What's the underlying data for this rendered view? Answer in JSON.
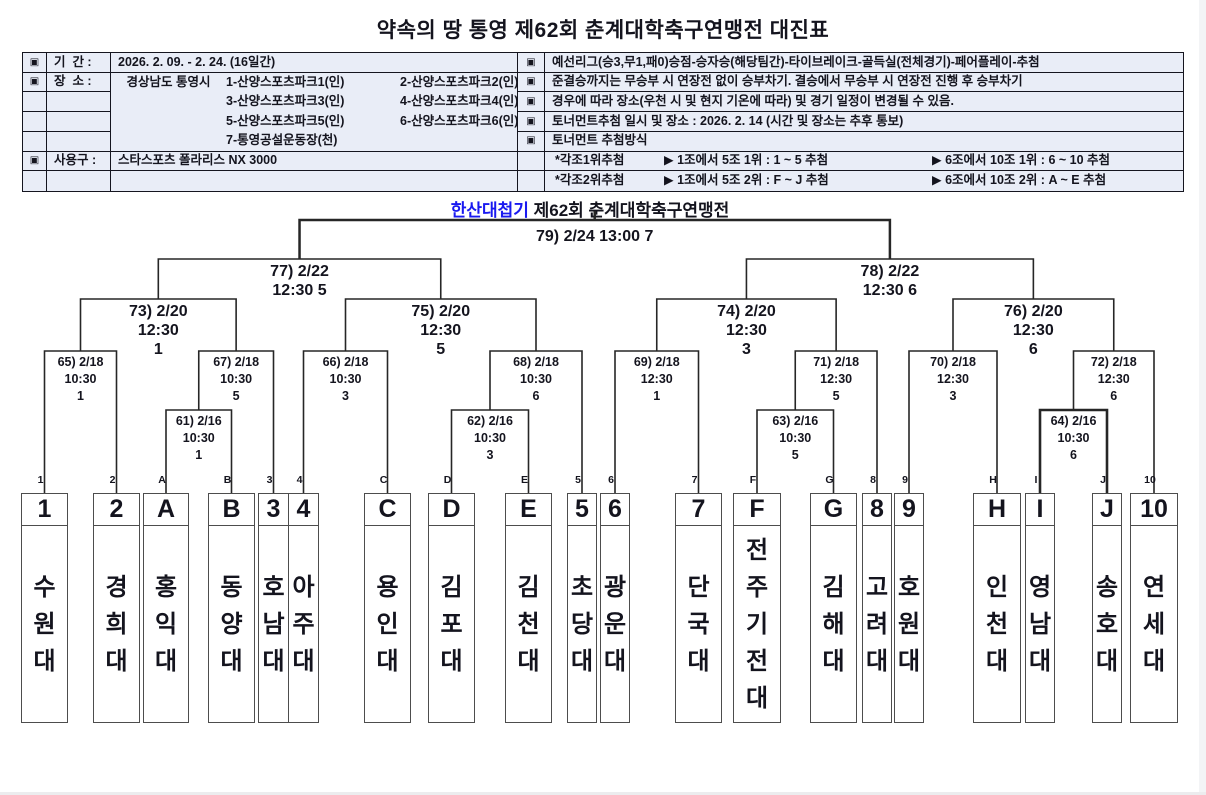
{
  "page_title": "약속의 땅 통영 제62회 춘계대학축구연맹전 대진표",
  "colors": {
    "table_background": "#e9edf7",
    "subtitle_highlight": "#1a1af0",
    "bracket_line": "#262626"
  },
  "info_table": {
    "bullet": "▣",
    "left": {
      "period_label": "기  간 :",
      "period_value": "2026. 2. 09. - 2. 24. (16일간)",
      "venue_label": "장  소 :",
      "venue_city": "경상남도 통영시",
      "venues": [
        [
          "1-산양스포츠파크1(인)",
          "2-산양스포츠파크2(인)"
        ],
        [
          "3-산양스포츠파크3(인)",
          "4-산양스포츠파크4(인)"
        ],
        [
          "5-산양스포츠파크5(인)",
          "6-산양스포츠파크6(인)"
        ],
        [
          "7-통영공설운동장(천)",
          ""
        ]
      ],
      "ball_label": "사용구 :",
      "ball_value": "스타스포츠 폴라리스 NX 3000"
    },
    "right": {
      "rules": [
        "예선리그(승3,무1,패0)승점-승자승(해당팀간)-타이브레이크-골득실(전체경기)-페어플레이-추첨",
        "준결승까지는 무승부 시 연장전 없이 승부차기. 결승에서 무승부 시 연장전 진행 후 승부차기",
        "경우에 따라 장소(우천 시 및 현지 기온에 따라) 및 경기 일정이 변경될 수 있음.",
        "토너먼트추첨 일시 및 장소 : 2026. 2. 14 (시간 및 장소는 추후 통보)",
        "토너먼트 추첨방식"
      ],
      "draw_rows": [
        {
          "label": "*각조1위추첨",
          "first": "▶ 1조에서 5조 1위 : 1 ~ 5 추첨",
          "second": "▶ 6조에서 10조 1위 : 6 ~ 10 추첨"
        },
        {
          "label": "*각조2위추첨",
          "first": "▶ 1조에서 5조 2위 : F ~ J 추첨",
          "second": "▶ 6조에서 10조 2위 : A ~ E 추첨"
        }
      ]
    }
  },
  "bracket": {
    "subtitle_highlight": "한산대첩기",
    "subtitle_rest": " 제62회 춘계대학축구연맹전",
    "matches": {
      "61": [
        "61) 2/16",
        "10:30",
        "1"
      ],
      "62": [
        "62) 2/16",
        "10:30",
        "3"
      ],
      "63": [
        "63) 2/16",
        "10:30",
        "5"
      ],
      "64": [
        "64) 2/16",
        "10:30",
        "6"
      ],
      "65": [
        "65) 2/18",
        "10:30",
        "1"
      ],
      "66": [
        "66) 2/18",
        "10:30",
        "3"
      ],
      "67": [
        "67) 2/18",
        "10:30",
        "5"
      ],
      "68": [
        "68) 2/18",
        "10:30",
        "6"
      ],
      "69": [
        "69) 2/18",
        "12:30",
        "1"
      ],
      "70": [
        "70) 2/18",
        "12:30",
        "3"
      ],
      "71": [
        "71) 2/18",
        "12:30",
        "5"
      ],
      "72": [
        "72) 2/18",
        "12:30",
        "6"
      ],
      "73": [
        "73) 2/20",
        "12:30",
        "1"
      ],
      "74": [
        "74) 2/20",
        "12:30",
        "3"
      ],
      "75": [
        "75) 2/20",
        "12:30",
        "5"
      ],
      "76": [
        "76) 2/20",
        "12:30",
        "6"
      ],
      "77": [
        "77) 2/22",
        "12:30 5"
      ],
      "78": [
        "78) 2/22",
        "12:30 6"
      ],
      "79": [
        "79) 2/24 13:00 7"
      ]
    },
    "teams": [
      {
        "label": "1",
        "name": "수원대"
      },
      {
        "label": "2",
        "name": "경희대"
      },
      {
        "label": "A",
        "name": "홍익대"
      },
      {
        "label": "B",
        "name": "동양대"
      },
      {
        "label": "3",
        "name": "호남대"
      },
      {
        "label": "4",
        "name": "아주대"
      },
      {
        "label": "C",
        "name": "용인대"
      },
      {
        "label": "D",
        "name": "김포대"
      },
      {
        "label": "E",
        "name": "김천대"
      },
      {
        "label": "5",
        "name": "초당대"
      },
      {
        "label": "6",
        "name": "광운대"
      },
      {
        "label": "7",
        "name": "단국대"
      },
      {
        "label": "F",
        "name": "전주기전대"
      },
      {
        "label": "G",
        "name": "김해대"
      },
      {
        "label": "8",
        "name": "고려대"
      },
      {
        "label": "9",
        "name": "호원대"
      },
      {
        "label": "H",
        "name": "인천대"
      },
      {
        "label": "I",
        "name": "영남대"
      },
      {
        "label": "J",
        "name": "송호대"
      },
      {
        "label": "10",
        "name": "연세대"
      }
    ]
  }
}
